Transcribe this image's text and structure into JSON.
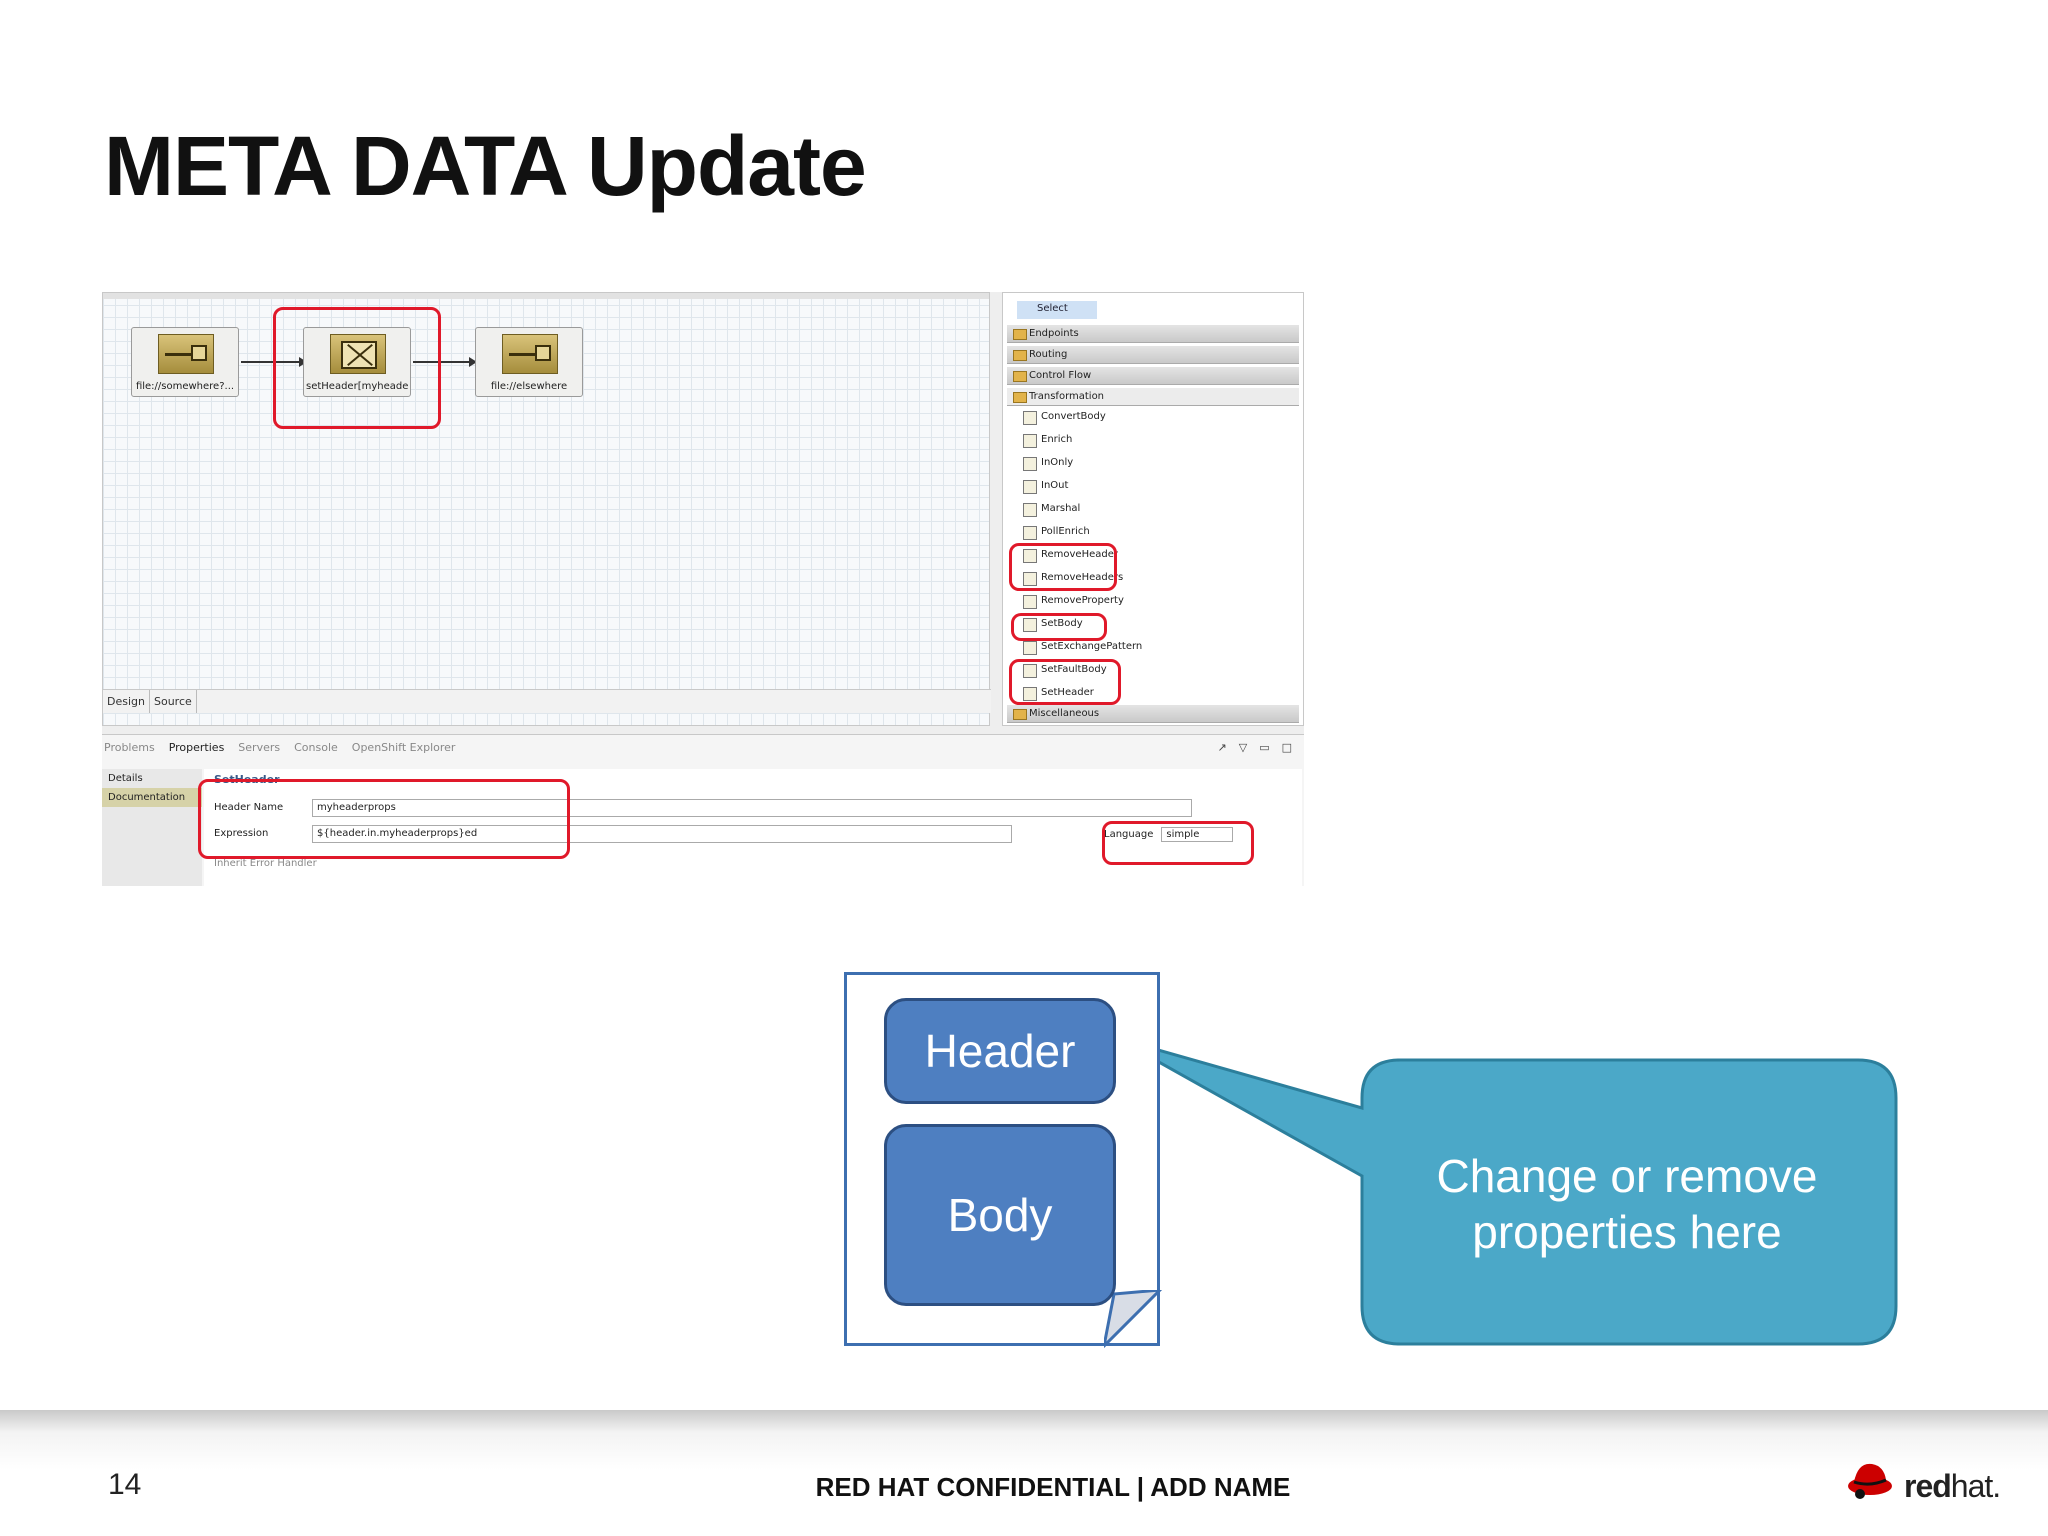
{
  "slide": {
    "title": "META DATA Update",
    "page_number": "14",
    "footer_text": "RED HAT CONFIDENTIAL | ADD NAME",
    "logo_text_bold": "red",
    "logo_text_light": "hat."
  },
  "ide": {
    "nodes": [
      {
        "label": "file://somewhere?..."
      },
      {
        "label": "setHeader[myheade..."
      },
      {
        "label": "file://elsewhere"
      }
    ],
    "design_tabs": [
      "Design",
      "Source"
    ],
    "palette": {
      "select_label": "Select",
      "drawers": [
        "Endpoints",
        "Routing",
        "Control Flow",
        "Transformation"
      ],
      "items": [
        "ConvertBody",
        "Enrich",
        "InOnly",
        "InOut",
        "Marshal",
        "PollEnrich",
        "RemoveHeader",
        "RemoveHeaders",
        "RemoveProperty",
        "SetBody",
        "SetExchangePattern",
        "SetFaultBody",
        "SetHeader"
      ],
      "bottom_drawer": "Miscellaneous"
    },
    "bottom_tabs": [
      "Problems",
      "Properties",
      "Servers",
      "Console",
      "OpenShift Explorer"
    ],
    "view_controls": [
      "↗",
      "▽",
      "▭",
      "□"
    ],
    "details": [
      "Details",
      "Documentation"
    ],
    "form": {
      "section_title": "SetHeader",
      "header_name_label": "Header Name",
      "header_name_value": "myheaderprops",
      "expression_label": "Expression",
      "expression_value": "${header.in.myheaderprops}ed",
      "language_label": "Language",
      "language_value": "simple",
      "inherit_label": "Inherit Error Handler"
    }
  },
  "diagram": {
    "header_label": "Header",
    "body_label": "Body",
    "callout_line1": "Change or remove",
    "callout_line2": "properties here",
    "colors": {
      "part_fill": "#4e7fc1",
      "part_border": "#2c4f82",
      "callout_fill": "#4ba8c8",
      "callout_border": "#2c7f9c",
      "doc_border": "#3d6fb0",
      "highlight": "#e0192a"
    }
  }
}
